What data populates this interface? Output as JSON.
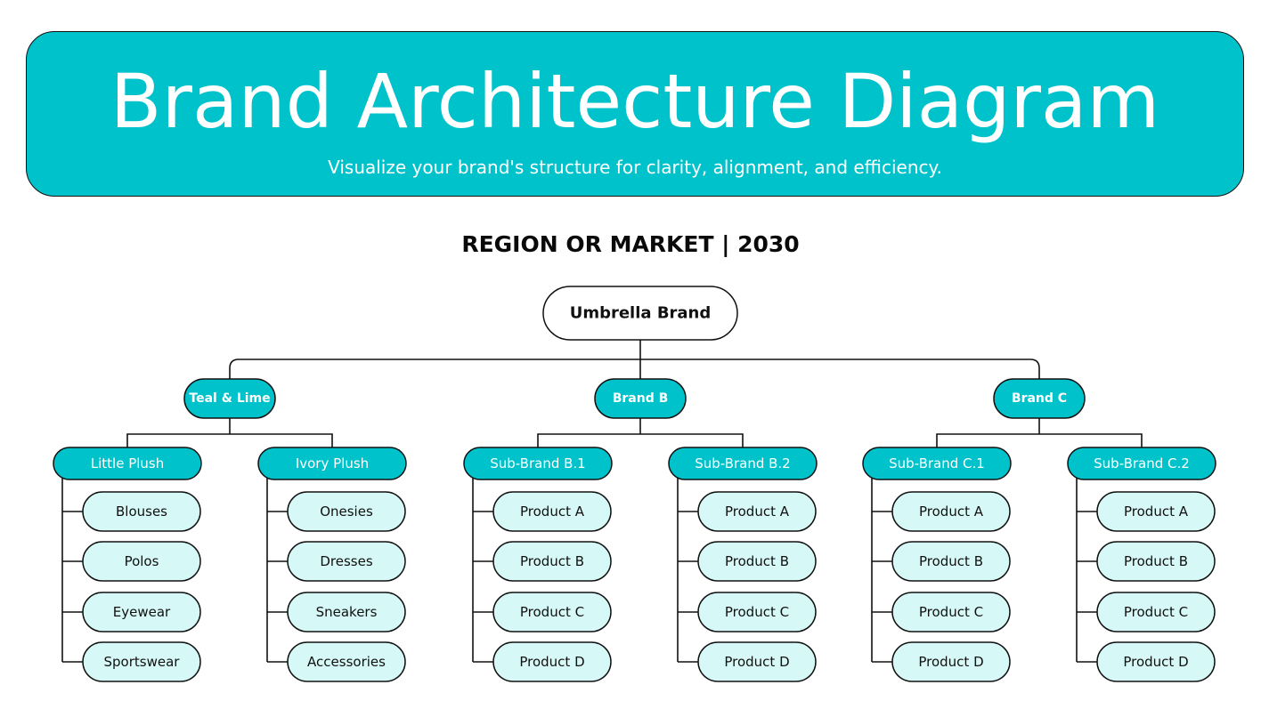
{
  "colors": {
    "accent": "#00c2cb",
    "product_fill": "#d6f8f6",
    "line": "#111111",
    "white": "#ffffff"
  },
  "header": {
    "title": "Brand Architecture Diagram",
    "subtitle": "Visualize your brand's structure for clarity, alignment, and efficiency."
  },
  "section_heading": "REGION OR MARKET | 2030",
  "umbrella": {
    "label": "Umbrella Brand"
  },
  "brands": [
    {
      "label": "Teal & Lime",
      "sub_brands": [
        {
          "label": "Little Plush",
          "products": [
            "Blouses",
            "Polos",
            "Eyewear",
            "Sportswear"
          ]
        },
        {
          "label": "Ivory Plush",
          "products": [
            "Onesies",
            "Dresses",
            "Sneakers",
            "Accessories"
          ]
        }
      ]
    },
    {
      "label": "Brand B",
      "sub_brands": [
        {
          "label": "Sub-Brand B.1",
          "products": [
            "Product A",
            "Product B",
            "Product C",
            "Product D"
          ]
        },
        {
          "label": "Sub-Brand B.2",
          "products": [
            "Product A",
            "Product B",
            "Product C",
            "Product D"
          ]
        }
      ]
    },
    {
      "label": "Brand C",
      "sub_brands": [
        {
          "label": "Sub-Brand C.1",
          "products": [
            "Product A",
            "Product B",
            "Product C",
            "Product D"
          ]
        },
        {
          "label": "Sub-Brand C.2",
          "products": [
            "Product A",
            "Product B",
            "Product C",
            "Product D"
          ]
        }
      ]
    }
  ]
}
